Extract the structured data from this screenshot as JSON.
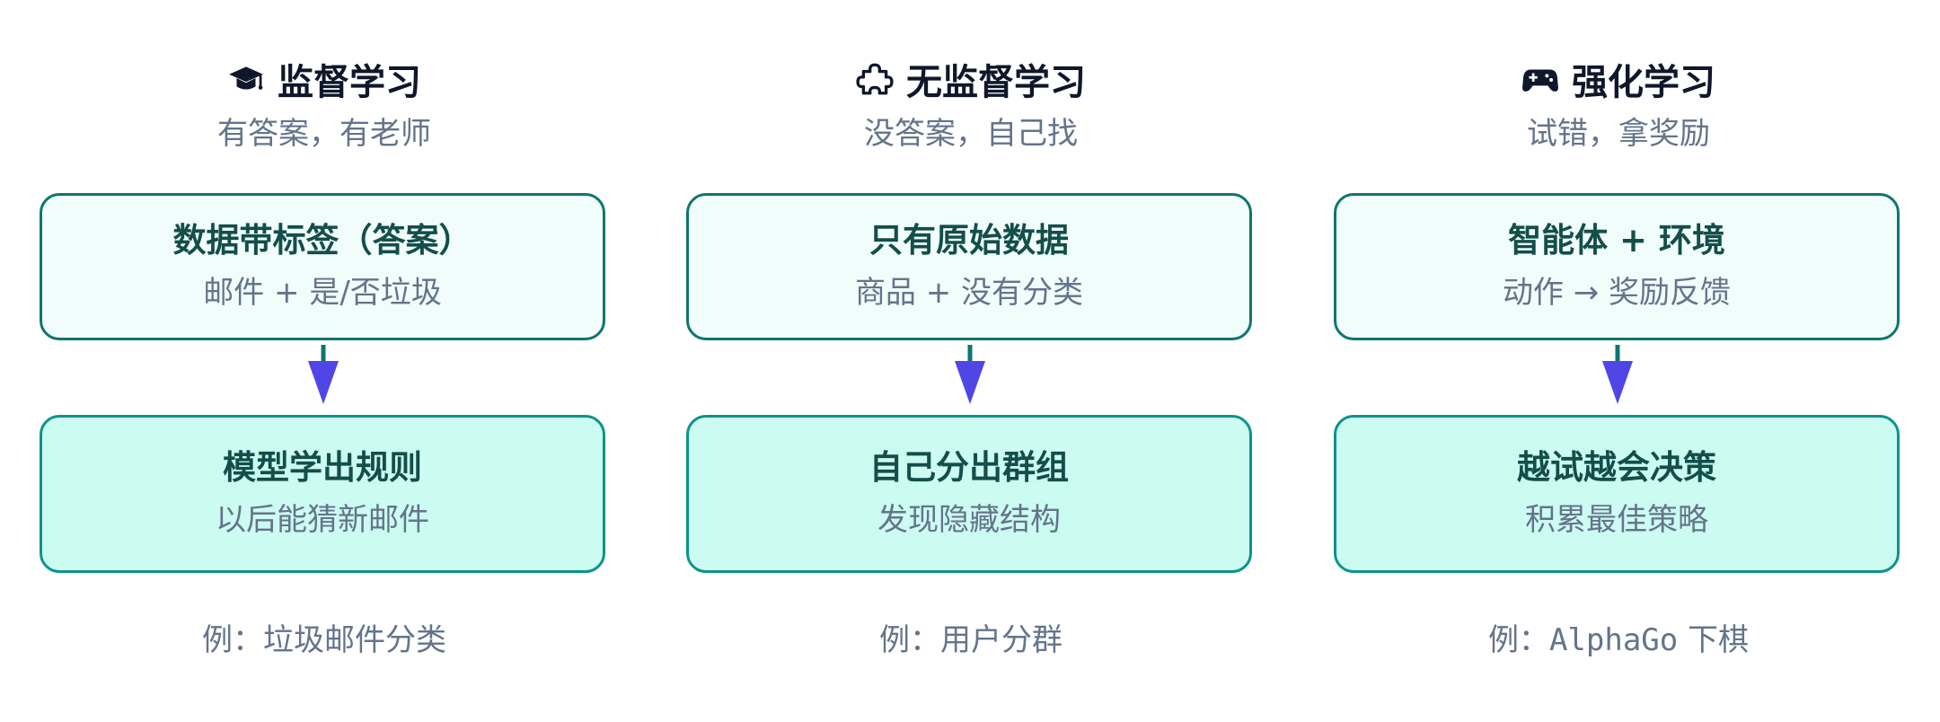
{
  "columns": [
    {
      "icon": "graduation-cap-icon",
      "title": "监督学习",
      "subtitle": "有答案，有老师",
      "top_box": {
        "title": "数据带标签（答案）",
        "subtitle": "邮件 + 是/否垃圾"
      },
      "bottom_box": {
        "title": "模型学出规则",
        "subtitle": "以后能猜新邮件"
      },
      "example_prefix": "例：",
      "example_text": "垃圾邮件分类",
      "example_suffix": ""
    },
    {
      "icon": "puzzle-piece-icon",
      "title": "无监督学习",
      "subtitle": "没答案，自己找",
      "top_box": {
        "title": "只有原始数据",
        "subtitle": "商品 + 没有分类"
      },
      "bottom_box": {
        "title": "自己分出群组",
        "subtitle": "发现隐藏结构"
      },
      "example_prefix": "例：",
      "example_text": "用户分群",
      "example_suffix": ""
    },
    {
      "icon": "gamepad-icon",
      "title": "强化学习",
      "subtitle": "试错，拿奖励",
      "top_box": {
        "title": "智能体 + 环境",
        "subtitle": "动作 → 奖励反馈"
      },
      "bottom_box": {
        "title": "越试越会决策",
        "subtitle": "积累最佳策略"
      },
      "example_prefix": "例：",
      "example_text": "AlphaGo",
      "example_suffix": " 下棋"
    }
  ],
  "colors": {
    "heading": "#0f172a",
    "muted_text": "#64748b",
    "box_title": "#134e4a",
    "top_box_fill": "#f0fdfa",
    "top_box_border": "#0f766e",
    "bottom_box_fill": "#ccfbf1",
    "bottom_box_border": "#0d9488",
    "arrow_head": "#4f46e5",
    "arrow_stem": "#0f766e"
  }
}
